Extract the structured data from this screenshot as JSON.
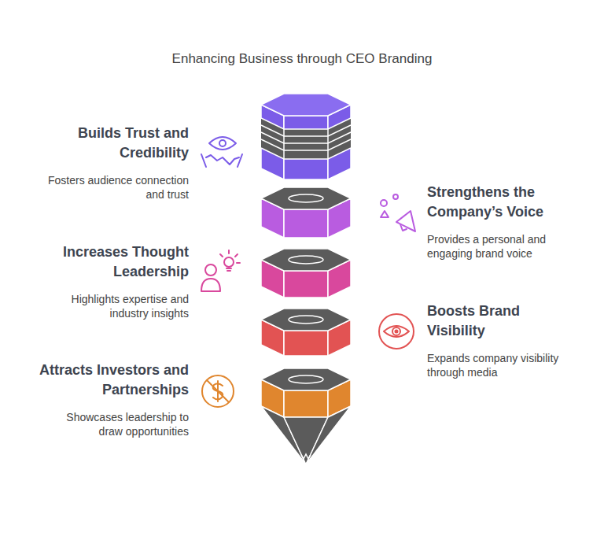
{
  "diagram": {
    "title": "Enhancing Business through CEO Branding",
    "nodes": [
      {
        "text": [
          "Builds Trust and Credibility",
          "Fosters audience connection and trust"
        ]
      },
      {
        "text": [
          "Strengthens the Company’s Voice",
          "Provides a personal and engaging brand voice"
        ]
      },
      {
        "text": [
          "Increases Thought Leadership",
          "Highlights expertise and industry insights"
        ]
      },
      {
        "text": [
          "Boosts Brand Visibility",
          "Expands company visibility through media"
        ]
      },
      {
        "text": [
          "Attracts Investors and Partnerships",
          "Showcases leadership to draw opportunities"
        ]
      }
    ]
  }
}
